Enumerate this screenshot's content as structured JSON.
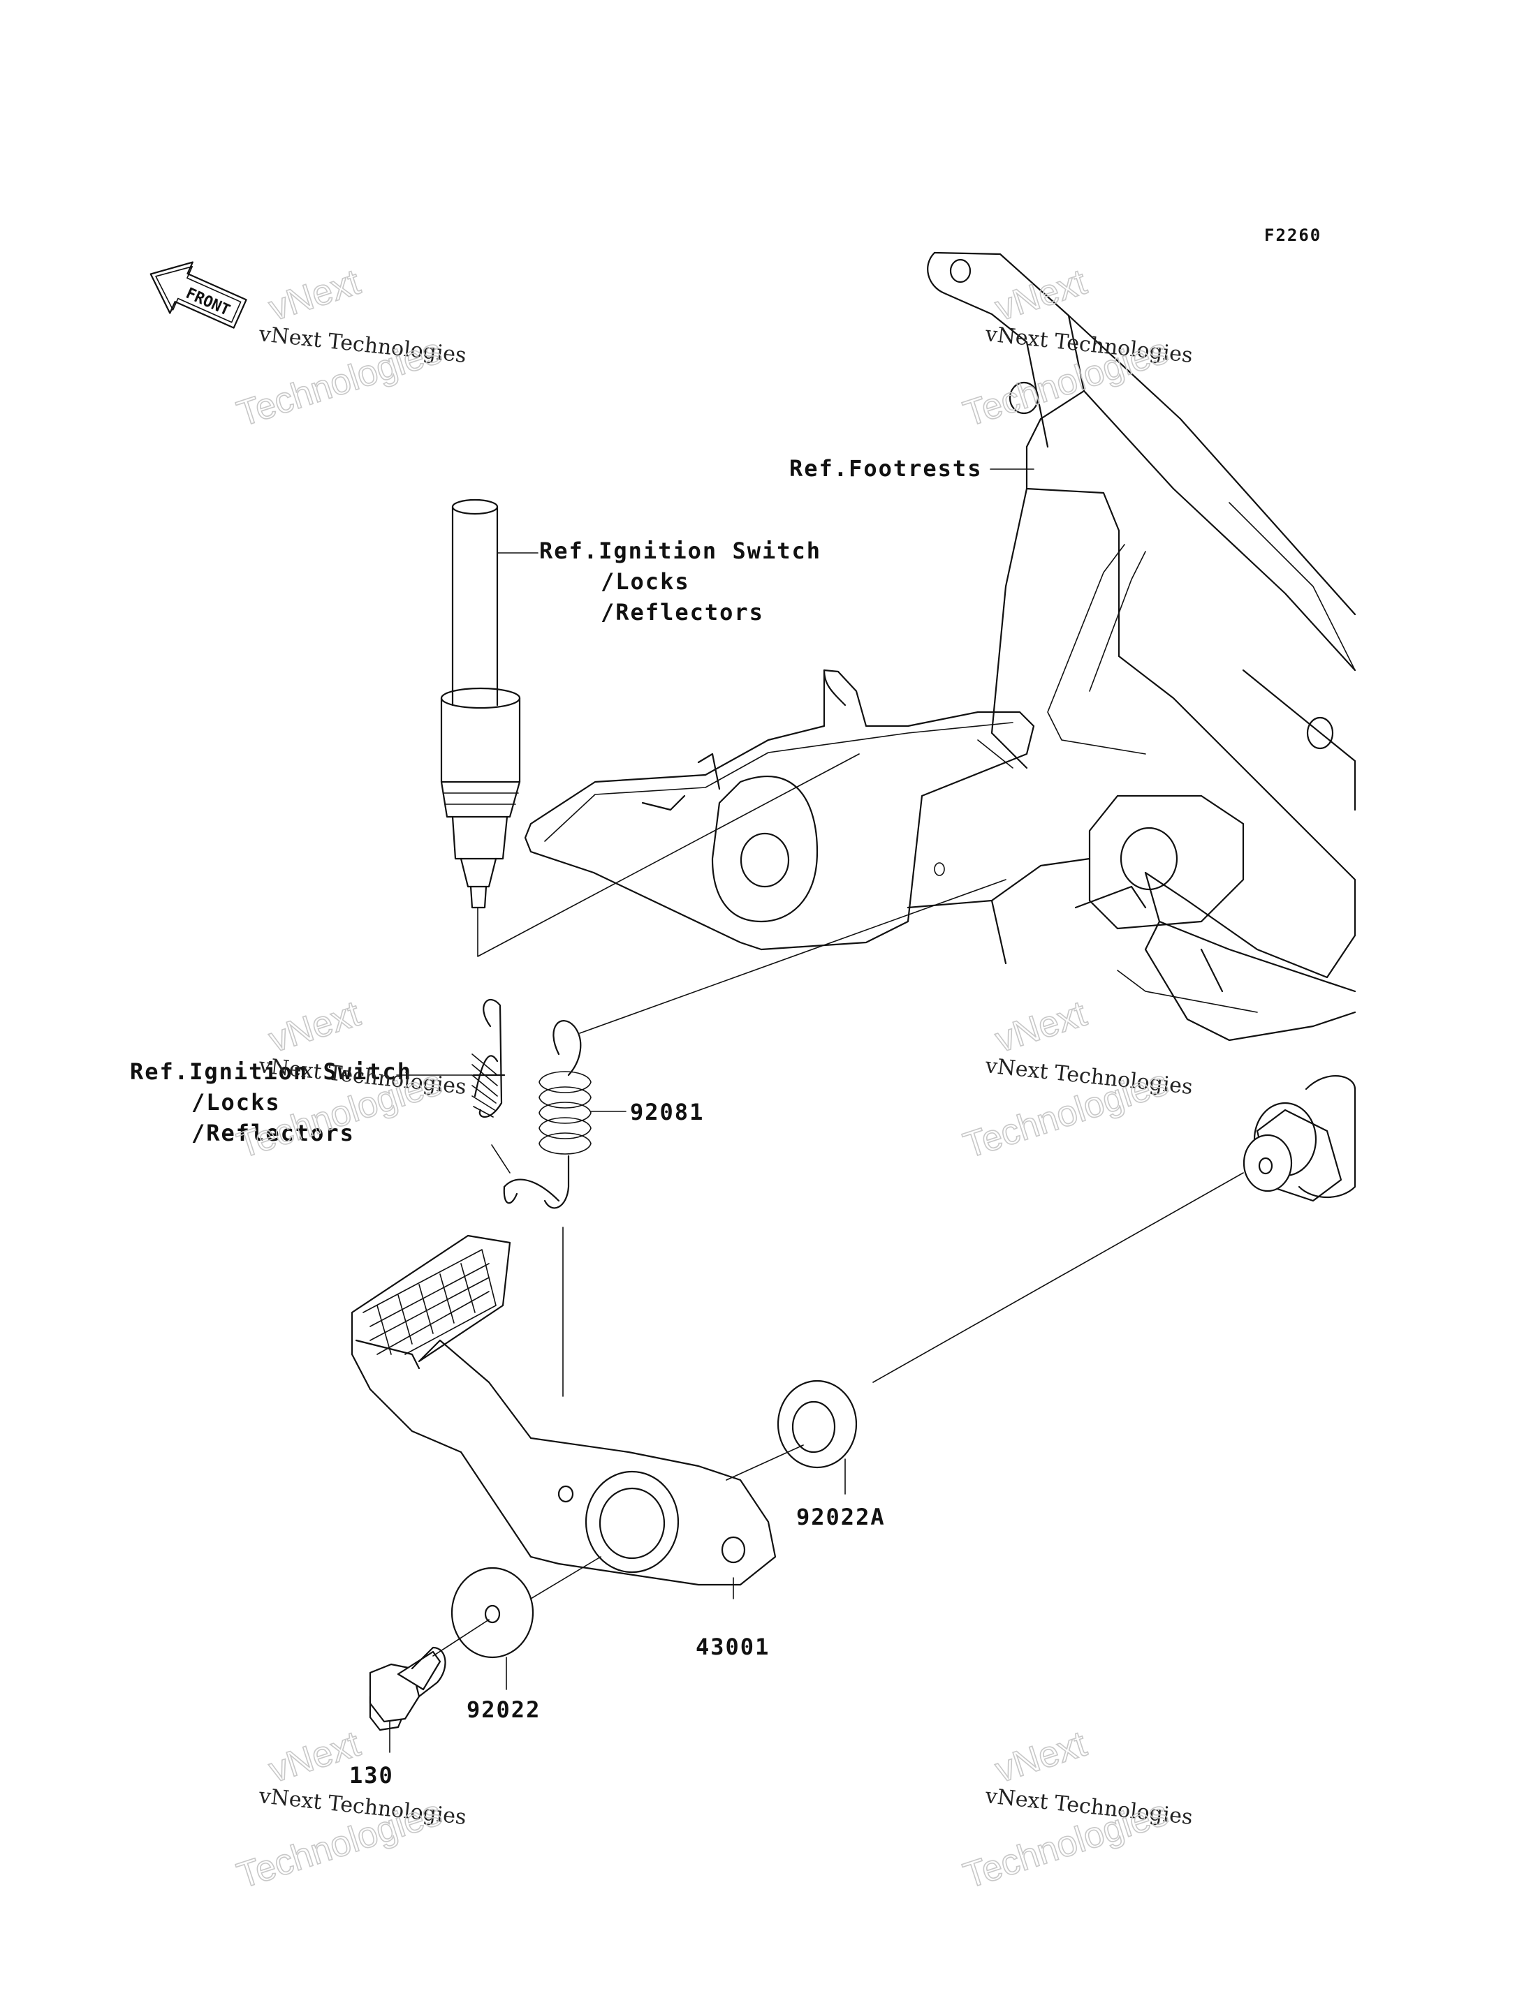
{
  "diagram": {
    "code": "F2260",
    "front_badge": "FRONT",
    "labels": {
      "ref_footrests": "Ref.Footrests",
      "ref_ignition_top": [
        "Ref.Ignition Switch",
        "/Locks",
        "/Reflectors"
      ],
      "ref_ignition_left": [
        "Ref.Ignition Switch",
        "/Locks",
        "/Reflectors"
      ]
    },
    "parts": {
      "spring": "92081",
      "washer_a": "92022A",
      "pedal": "43001",
      "washer": "92022",
      "bolt": "130"
    },
    "watermark": {
      "line1": "vNext",
      "line2": "vNext Technologies",
      "line3": "Technologies"
    }
  }
}
